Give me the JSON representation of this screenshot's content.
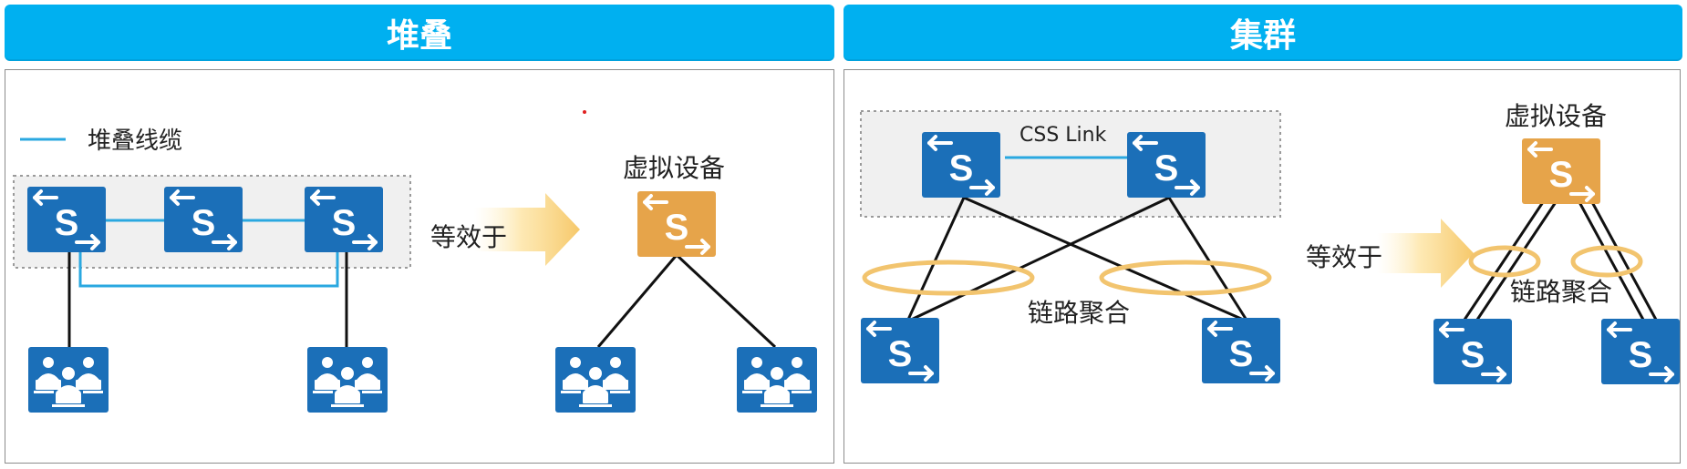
{
  "left": {
    "header": "堆叠",
    "legend_label": "堆叠线缆",
    "equivalent_text": "等效于",
    "virtual_device_label": "虚拟设备"
  },
  "right": {
    "header": "集群",
    "css_link_label": "CSS Link",
    "link_aggregation_label_left": "链路聚合",
    "equivalent_text": "等效于",
    "virtual_device_label": "虚拟设备",
    "link_aggregation_label_right": "链路聚合"
  },
  "colors": {
    "header_bg": "#00b0f0",
    "switch_blue": "#1b6fb8",
    "switch_orange": "#e6a44a",
    "stack_cable": "#2aa8e0",
    "ring": "#f2c46e",
    "group_bg": "#f0f0f0"
  },
  "icons": {
    "switch": "switch-icon",
    "users": "users-icon",
    "arrow": "equivalent-arrow-icon"
  }
}
